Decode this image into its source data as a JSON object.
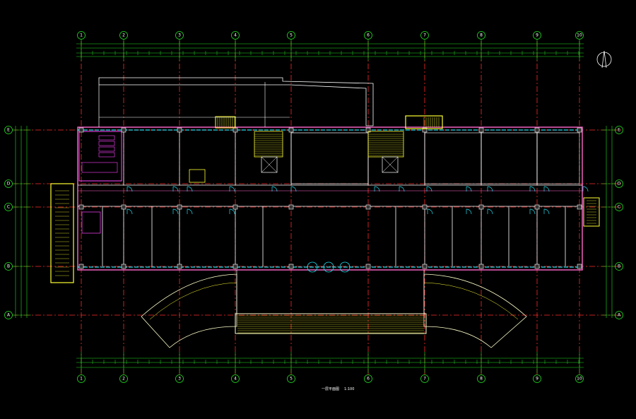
{
  "drawing": {
    "background": "#000000",
    "colors": {
      "grid": "#ff2a2a",
      "dimension": "#22dd22",
      "wall_outer": "#ff66cc",
      "wall_inner": "#ffffff",
      "glazing": "#22ddee",
      "stair": "#ffff33",
      "fixture": "#ff44ff",
      "canopy": "#ffffcc",
      "axis_bubble": "#22dd22"
    },
    "vertical_axes": [
      "1",
      "2",
      "3",
      "4",
      "5",
      "6",
      "7",
      "8",
      "9",
      "10"
    ],
    "horizontal_axes": [
      "E",
      "D",
      "C",
      "B",
      "A"
    ],
    "title": "一层平面图",
    "scale": "1:100",
    "north_arrow": "north-arrow-icon"
  }
}
